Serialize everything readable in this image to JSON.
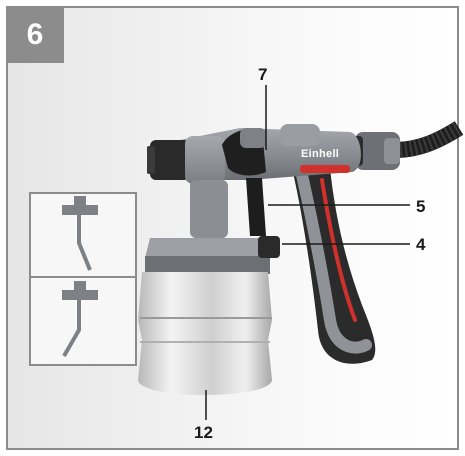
{
  "figure": {
    "number": "6"
  },
  "callouts": {
    "c7": "7",
    "c5": "5",
    "c4": "4",
    "c12": "12"
  },
  "product": {
    "brand": "Einhell"
  },
  "colors": {
    "frame": "#8c8c8c",
    "body_gray": "#8f9296",
    "dark_gray": "#3a3a3a",
    "brand_red": "#d0312d",
    "container_silver": "#d9d9d9"
  }
}
